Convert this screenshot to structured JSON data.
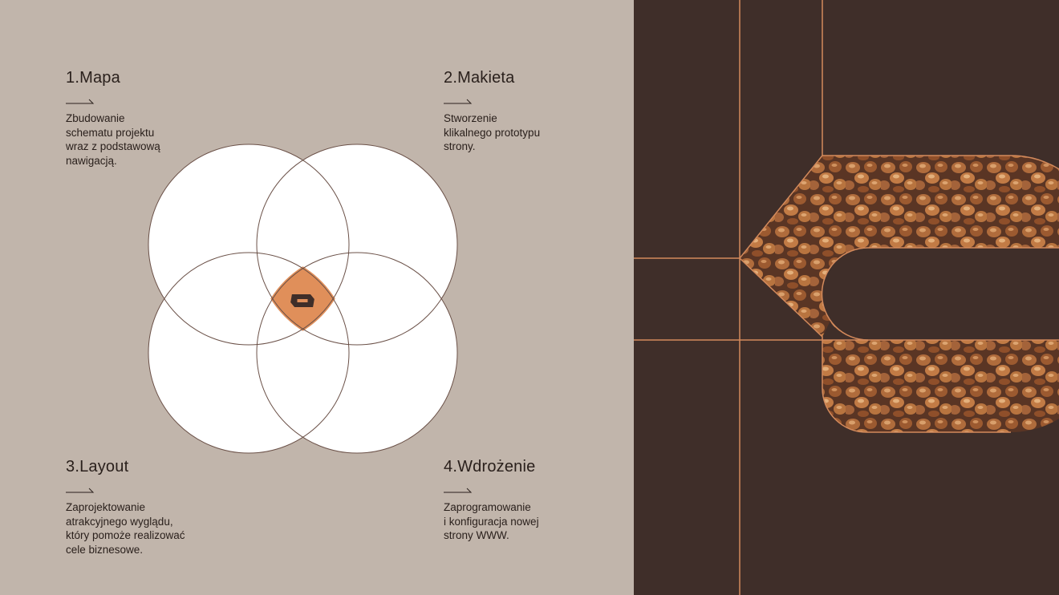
{
  "steps": [
    {
      "title": "1.Mapa",
      "description": "Zbudowanie\nschematu projektu\nwraz z podstawową\nnawigacją."
    },
    {
      "title": "2.Makieta",
      "description": "Stworzenie\nklikalnego prototypu\nstrony."
    },
    {
      "title": "3.Layout",
      "description": "Zaprojektowanie\natrakcyjnego wyglądu,\nktóry pomoże realizować\ncele biznesowe."
    },
    {
      "title": "4.Wdrożenie",
      "description": "Zaprogramowanie\ni konfiguracja nowej\nstrony WWW."
    }
  ],
  "colors": {
    "left_background": "#c1b5ab",
    "right_background": "#3f2e29",
    "accent": "#e08f5a",
    "line": "#d38a5c",
    "circle_fill": "#ffffff",
    "circle_stroke": "#6b5148",
    "text": "#2a201c"
  },
  "icons": {
    "arrow": "right-arrow-icon",
    "logo": "brand-logo-icon",
    "texture": "buckwheat-texture"
  }
}
